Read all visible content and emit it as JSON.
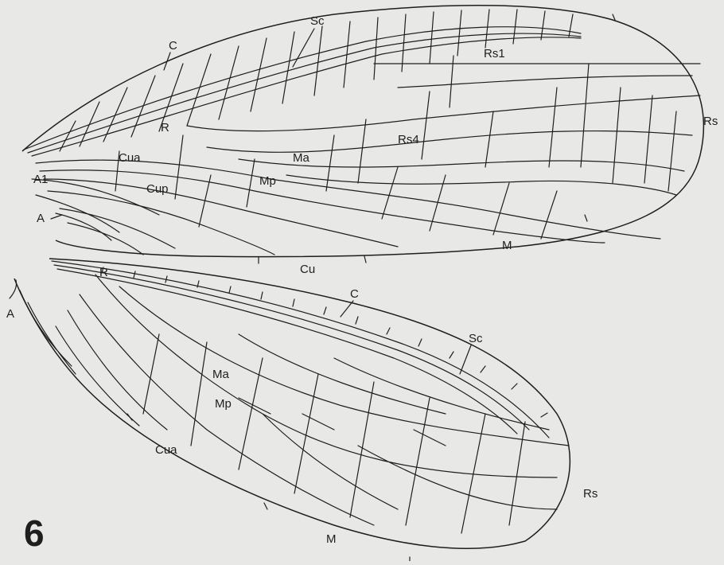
{
  "figure_number": "6",
  "colors": {
    "ink": "#1e1e1e",
    "paper": "#e8e8e6"
  },
  "forewing": {
    "labels": {
      "c": "C",
      "sc": "Sc",
      "rs1": "Rs1",
      "rs": "Rs",
      "r": "R",
      "rs4": "Rs4",
      "cua": "Cua",
      "ma": "Ma",
      "a1": "A1",
      "cup": "Cup",
      "mp": "Mp",
      "a": "A",
      "cu": "Cu",
      "m": "M"
    }
  },
  "hindwing": {
    "labels": {
      "r": "R",
      "a": "A",
      "c": "C",
      "sc": "Sc",
      "ma": "Ma",
      "mp": "Mp",
      "cua": "Cua",
      "rs": "Rs",
      "m": "M"
    }
  }
}
